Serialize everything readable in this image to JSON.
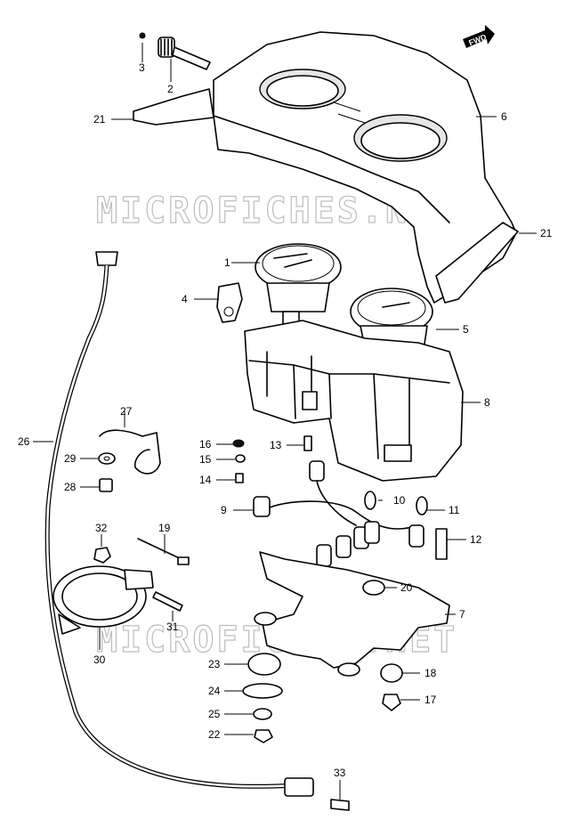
{
  "watermark": "MICROFICHES.NET",
  "direction_arrow": "FWD",
  "callouts": [
    {
      "id": "c1",
      "text": "1"
    },
    {
      "id": "c2",
      "text": "2"
    },
    {
      "id": "c3",
      "text": "3"
    },
    {
      "id": "c4",
      "text": "4"
    },
    {
      "id": "c5",
      "text": "5"
    },
    {
      "id": "c6",
      "text": "6"
    },
    {
      "id": "c7",
      "text": "7"
    },
    {
      "id": "c8",
      "text": "8"
    },
    {
      "id": "c9",
      "text": "9"
    },
    {
      "id": "c10",
      "text": "10"
    },
    {
      "id": "c11",
      "text": "11"
    },
    {
      "id": "c12",
      "text": "12"
    },
    {
      "id": "c13",
      "text": "13"
    },
    {
      "id": "c14",
      "text": "14"
    },
    {
      "id": "c15",
      "text": "15"
    },
    {
      "id": "c16",
      "text": "16"
    },
    {
      "id": "c17",
      "text": "17"
    },
    {
      "id": "c18",
      "text": "18"
    },
    {
      "id": "c19",
      "text": "19"
    },
    {
      "id": "c20",
      "text": "20"
    },
    {
      "id": "c21a",
      "text": "21"
    },
    {
      "id": "c21b",
      "text": "21"
    },
    {
      "id": "c22",
      "text": "22"
    },
    {
      "id": "c23",
      "text": "23"
    },
    {
      "id": "c24",
      "text": "24"
    },
    {
      "id": "c25",
      "text": "25"
    },
    {
      "id": "c26",
      "text": "26"
    },
    {
      "id": "c27",
      "text": "27"
    },
    {
      "id": "c28",
      "text": "28"
    },
    {
      "id": "c29",
      "text": "29"
    },
    {
      "id": "c30",
      "text": "30"
    },
    {
      "id": "c31",
      "text": "31"
    },
    {
      "id": "c32",
      "text": "32"
    },
    {
      "id": "c33",
      "text": "33"
    }
  ]
}
